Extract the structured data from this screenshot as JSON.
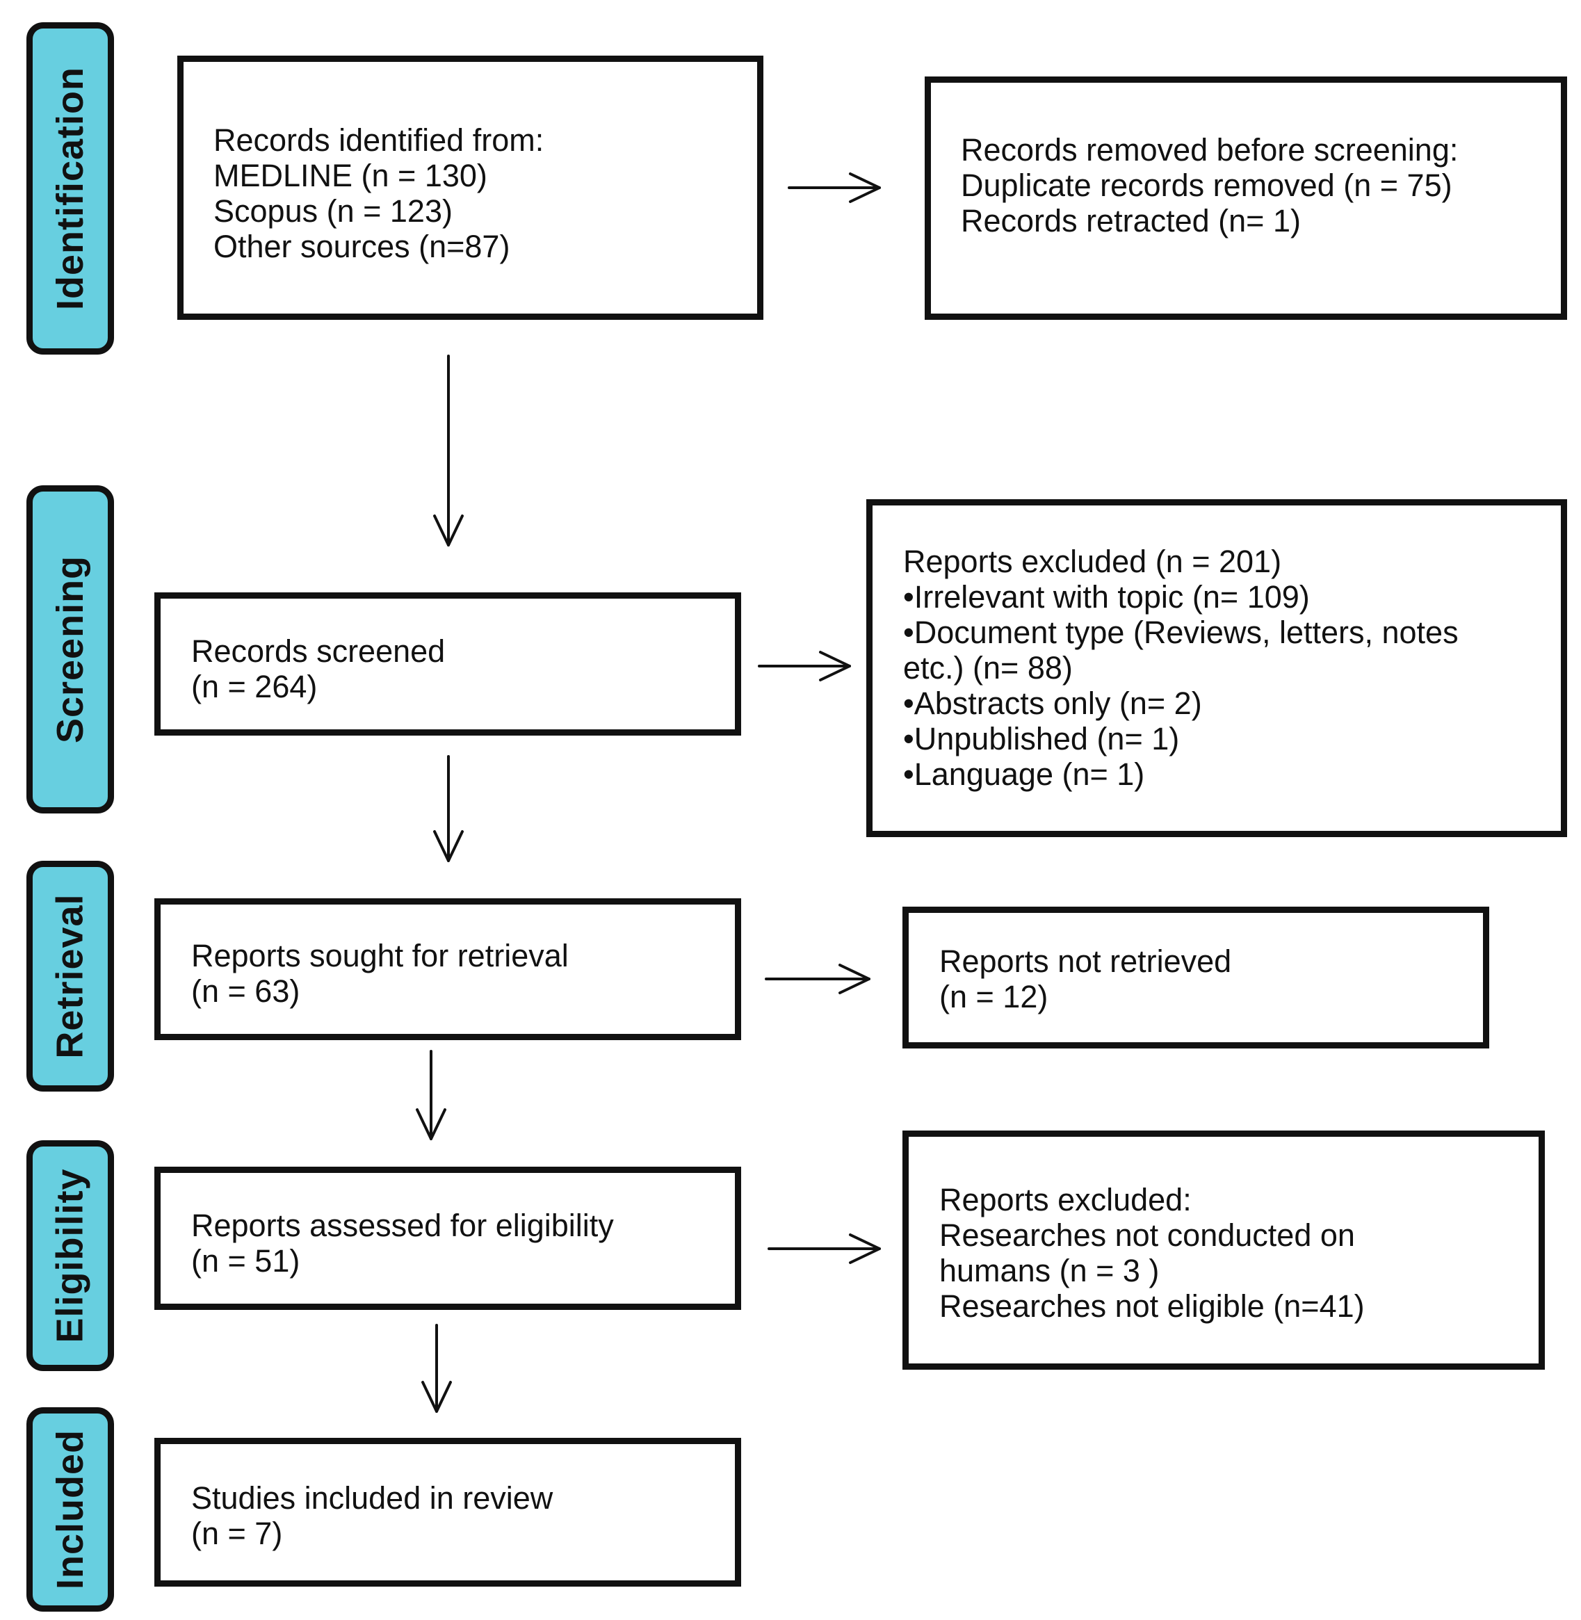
{
  "stages": {
    "identification": "Identification",
    "screening": "Screening",
    "retrieval": "Retrieval",
    "eligibility": "Eligibility",
    "included": "Included"
  },
  "identified": {
    "lines": [
      "Records identified from:",
      "MEDLINE (n = 130)",
      "Scopus (n = 123)",
      "Other sources (n=87)"
    ]
  },
  "removed": {
    "lines": [
      "Records removed before screening:",
      "Duplicate records removed  (n = 75)",
      "Records retracted (n= 1)"
    ]
  },
  "screened": {
    "lines": [
      "Records screened",
      "(n = 264)"
    ]
  },
  "excluded_screening": {
    "lines": [
      "Reports excluded (n = 201)",
      "•Irrelevant with topic  (n= 109)",
      "•Document type (Reviews, letters, notes",
      "etc.)  (n= 88)",
      "•Abstracts only  (n= 2)",
      "•Unpublished  (n= 1)",
      "•Language  (n= 1)"
    ]
  },
  "sought": {
    "lines": [
      "Reports sought for retrieval",
      "(n = 63)"
    ]
  },
  "not_retrieved": {
    "lines": [
      "Reports not retrieved",
      "(n = 12)"
    ]
  },
  "assessed": {
    "lines": [
      "Reports assessed for eligibility",
      "(n = 51)"
    ]
  },
  "excluded_eligibility": {
    "lines": [
      "Reports excluded:",
      "Researches not conducted on",
      "humans (n = 3 )",
      "Researches not eligible (n=41)"
    ]
  },
  "included": {
    "lines": [
      "Studies included in review",
      "(n = 7)"
    ]
  }
}
